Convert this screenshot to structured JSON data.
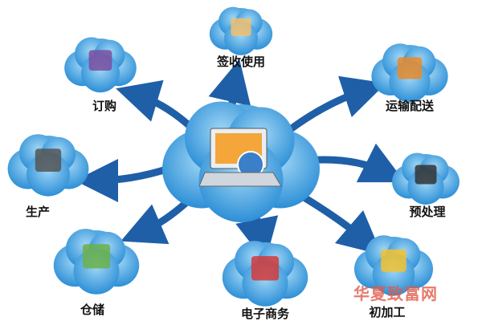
{
  "center": {
    "icon": "computer-globe-icon"
  },
  "nodes": [
    {
      "label": "签收使用",
      "icon": "signing-document-icon"
    },
    {
      "label": "订购",
      "icon": "shopping-cart-icon"
    },
    {
      "label": "运输配送",
      "icon": "delivery-truck-icon"
    },
    {
      "label": "生产",
      "icon": "factory-icon"
    },
    {
      "label": "预处理",
      "icon": "tools-icon"
    },
    {
      "label": "仓储",
      "icon": "warehouse-house-icon"
    },
    {
      "label": "电子商务",
      "icon": "laptop-ecommerce-icon"
    },
    {
      "label": "初加工",
      "icon": "worker-gears-icon"
    }
  ],
  "watermark": "华夏致富网",
  "colors": {
    "cloud": "#2d8fd6",
    "cloud_light": "#7cc4f0",
    "arrow": "#1f5fa8"
  }
}
